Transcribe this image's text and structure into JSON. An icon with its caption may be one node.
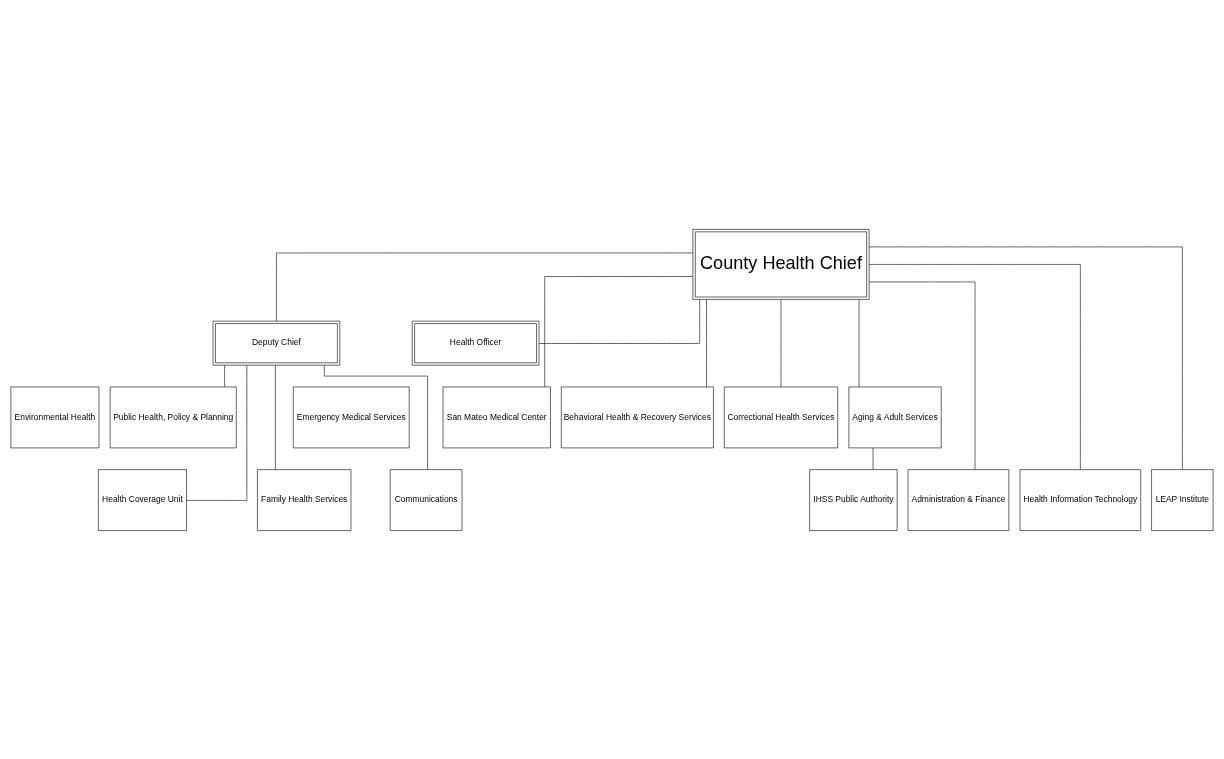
{
  "diagram": {
    "nodes": [
      {
        "text": [
          "County Health Chief"
        ]
      },
      {
        "text": [
          "Deputy Chief"
        ]
      },
      {
        "text": [
          "Health Officer"
        ]
      },
      {
        "text": [
          "Emergency Medical Services"
        ]
      },
      {
        "text": [
          "Environmental Health"
        ]
      },
      {
        "text": [
          "Public Health, Policy & Planning"
        ]
      },
      {
        "text": [
          "San Mateo Medical Center"
        ]
      },
      {
        "text": [
          "Behavioral Health & Recovery Services"
        ]
      },
      {
        "text": [
          "Correctional Health Services"
        ]
      },
      {
        "text": [
          "Aging & Adult Services"
        ]
      },
      {
        "text": [
          "Family Health Services"
        ]
      },
      {
        "text": [
          "Health Coverage Unit"
        ]
      },
      {
        "text": [
          "Communications"
        ]
      },
      {
        "text": [
          "Administration & Finance"
        ]
      },
      {
        "text": [
          "Health Information Technology"
        ]
      },
      {
        "text": [
          "LEAP Institute"
        ]
      },
      {
        "text": [
          "IHSS Public Authority"
        ]
      }
    ],
    "edges": [
      {
        "from": 0,
        "to": 1,
        "arrow": "none"
      },
      {
        "from": 0,
        "to": 2,
        "arrow": "none"
      },
      {
        "from": 1,
        "to": 10,
        "arrow": "none"
      },
      {
        "from": 1,
        "to": 11,
        "arrow": "none"
      },
      {
        "from": 1,
        "to": 12,
        "arrow": "none"
      },
      {
        "from": 1,
        "to": 5,
        "arrow": "none"
      },
      {
        "from": 0,
        "to": 13,
        "arrow": "none"
      },
      {
        "from": 0,
        "to": 6,
        "arrow": "none"
      },
      {
        "from": 0,
        "to": 14,
        "arrow": "none"
      },
      {
        "from": 0,
        "to": 7,
        "arrow": "none"
      },
      {
        "from": 0,
        "to": 15,
        "arrow": "none"
      },
      {
        "from": 0,
        "to": 8,
        "arrow": "none"
      },
      {
        "from": 0,
        "to": 9,
        "arrow": "none"
      },
      {
        "from": 9,
        "to": 16,
        "arrow": "none"
      }
    ]
  }
}
